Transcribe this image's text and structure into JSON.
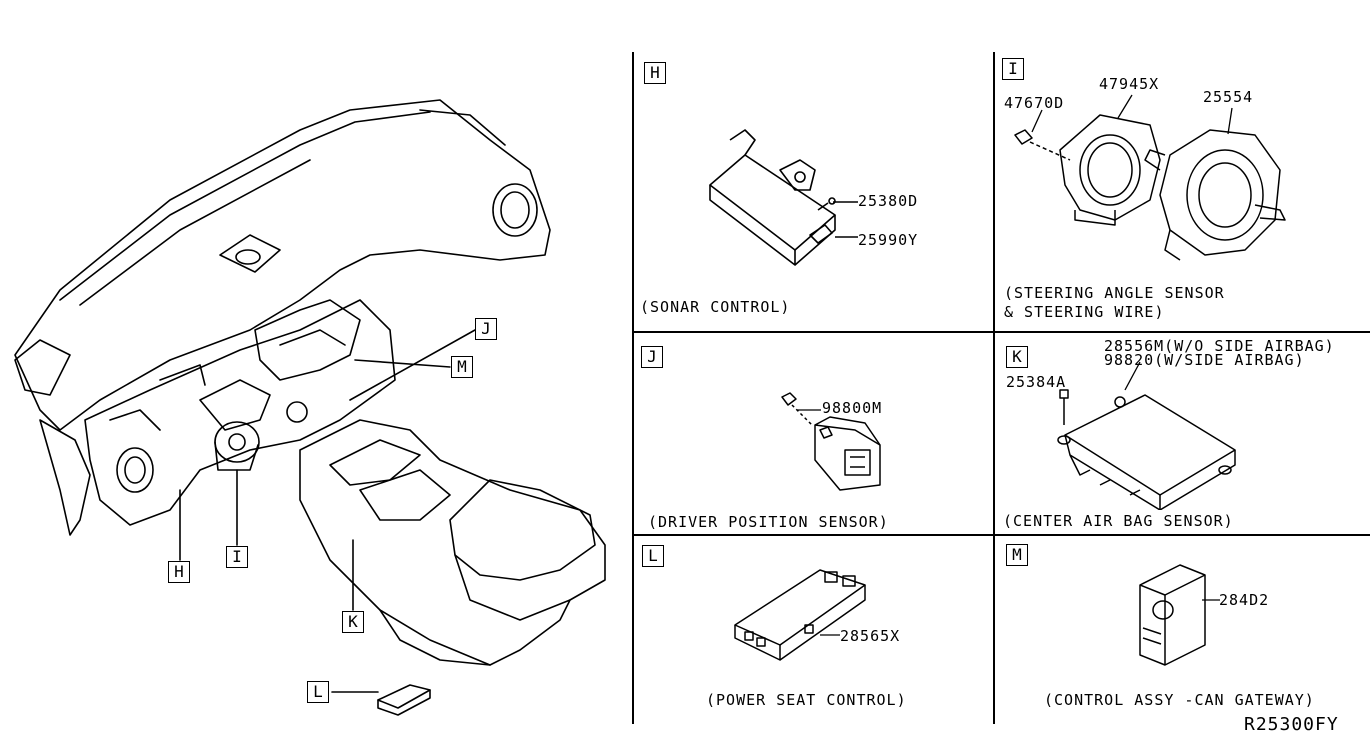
{
  "reference_code": "R25300FY",
  "overview": {
    "tags": {
      "h": "H",
      "i": "I",
      "j": "J",
      "k": "K",
      "l": "L",
      "m": "M"
    }
  },
  "panels": {
    "h": {
      "tag": "H",
      "parts": [
        "25380D",
        "25990Y"
      ],
      "caption": "(SONAR CONTROL)"
    },
    "i": {
      "tag": "I",
      "parts": [
        "47670D",
        "47945X",
        "25554"
      ],
      "caption_line1": "(STEERING ANGLE SENSOR",
      "caption_line2": "& STEERING WIRE)"
    },
    "j": {
      "tag": "J",
      "parts": [
        "98800M"
      ],
      "caption": "(DRIVER POSITION SENSOR)"
    },
    "k": {
      "tag": "K",
      "parts": [
        "28556M(W/O SIDE AIRBAG)",
        "98820(W/SIDE AIRBAG)",
        "25384A"
      ],
      "caption": "(CENTER AIR BAG SENSOR)"
    },
    "l": {
      "tag": "L",
      "parts": [
        "28565X"
      ],
      "caption": "(POWER SEAT CONTROL)"
    },
    "m": {
      "tag": "M",
      "parts": [
        "284D2"
      ],
      "caption": "(CONTROL ASSY -CAN GATEWAY)"
    }
  }
}
